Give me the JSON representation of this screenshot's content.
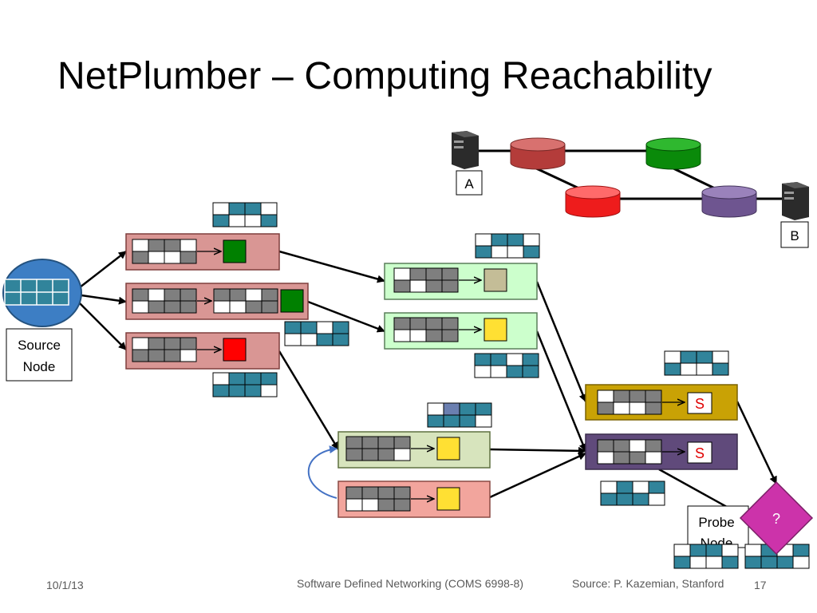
{
  "title": "NetPlumber – Computing Reachability",
  "footer": {
    "date": "10/1/13",
    "course": "Software Defined Networking (COMS 6998-8)",
    "source": "Source: P. Kazemian, Stanford",
    "page": "17"
  },
  "topology": {
    "host_a_label": "A",
    "host_b_label": "B",
    "colors": {
      "router1": "#c0504d",
      "router2": "#ff2020",
      "router3": "#00a000",
      "router4": "#8064a2"
    }
  },
  "nodes": {
    "source_label_line1": "Source",
    "source_label_line2": "Node",
    "probe_label_line1": "Probe",
    "probe_label_line2": "Node",
    "probe_symbol": "?",
    "sink_symbol": "S"
  },
  "colors": {
    "pink_rule": "#d99694",
    "salmon_rule": "#f2a59d",
    "green_rule": "#ccffcc",
    "olive_rule": "#d7e4bd",
    "gold_rule": "#c9a205",
    "purple_rule": "#604a7b",
    "probe": "#cc33aa",
    "source": "#3d7ec4",
    "teal": "#31849b",
    "gray": "#7f7f7f",
    "tan": "#c4bd97",
    "yellow": "#ffe033",
    "green": "#008000",
    "red": "#ff0000"
  }
}
